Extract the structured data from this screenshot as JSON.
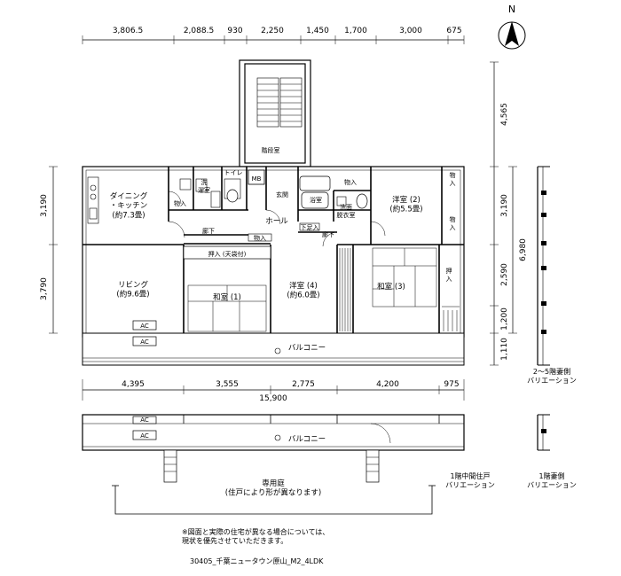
{
  "dimensions": {
    "top": [
      "3,806.5",
      "2,088.5",
      "930",
      "2,250",
      "1,450",
      "1,700",
      "3,000",
      "675"
    ],
    "right_outer": [
      "4,565",
      "6,980"
    ],
    "right_inner": [
      "3,190",
      "2,590",
      "1,200",
      "1,110"
    ],
    "left": [
      "3,190",
      "3,790"
    ],
    "bottom": [
      "4,395",
      "3,555",
      "2,775",
      "4,200",
      "975"
    ],
    "total": "15,900"
  },
  "rooms": {
    "stair": "階段室",
    "mb": "MB",
    "genkan": "玄関",
    "toilet": "トイレ",
    "senmenshitsu": "洗\n濯室",
    "storage_small": "物入",
    "senmen_datsuijo": "洗面\n脱衣室",
    "bath": "浴室",
    "storage_top": "物入",
    "dining_kitchen": "ダイニング\n・キッチン\n(約7.3畳)",
    "youshitsu2": "洋室 (2)\n(約5.5畳)",
    "hall": "ホール",
    "rouka1": "廊下",
    "rouka2": "廊下",
    "shelf": "物入",
    "kutsubako": "下足入",
    "oshiire_tenbukuro": "押入 (天袋付)",
    "living": "リビング\n(約9.6畳)",
    "washitsu1": "和室 (1)",
    "youshitsu4": "洋室 (4)\n(約6.0畳)",
    "washitsu3": "和室 (3)",
    "oshiire": "押\n入",
    "balcony": "バルコニー",
    "ac1": "AC",
    "ac2": "AC",
    "storage_r1": "物\n入",
    "storage_r2": "物\n入"
  },
  "ground_floor": {
    "ac1": "AC",
    "ac2": "AC",
    "balcony": "バルコニー",
    "garden": "専用庭\n(住戸により形が異なります)"
  },
  "variations": {
    "upper_end": "2～5階妻側\nバリエーション",
    "first_middle": "1階中間住戸\nバリエーション",
    "first_end": "1階妻側\nバリエーション"
  },
  "compass": "N",
  "note": "※図面と実際の住宅が異なる場合については、\n現状を優先させていただきます。",
  "caption": "30405_千葉ニュータウン原山_M2_4LDK"
}
